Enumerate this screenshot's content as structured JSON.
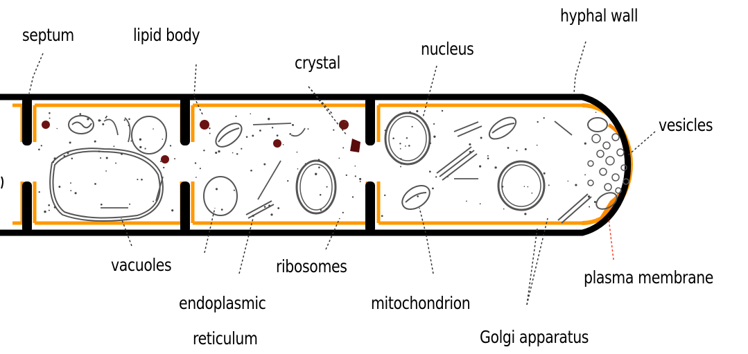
{
  "labels": {
    "septum": "septum",
    "lipid_body": "lipid body",
    "crystal": "crystal",
    "nucleus": "nucleus",
    "hyphal_wall": "hyphal wall",
    "vesicles": "vesicles",
    "vacuoles": "vacuoles",
    "endoplasmic": "endoplasmic",
    "reticulum": "reticulum",
    "ribosomes": "ribosomes",
    "mitochondrion": "mitochondrion",
    "plasma_membrane": "plasma membrane",
    "golgi_apparatus": "Golgi apparatus"
  },
  "colors": {
    "wall": "#000000",
    "membrane": "#ff9900",
    "organelle": "#555555",
    "lipid": "#6b1212",
    "crystal": "#5a0b0b",
    "leader": "#333333",
    "plasma_leader": "#ff3b1f"
  }
}
